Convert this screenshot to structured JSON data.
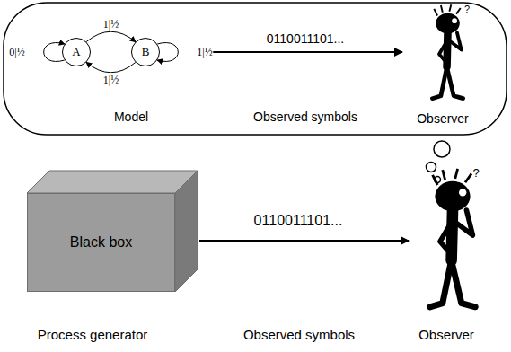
{
  "diagram": {
    "nodes": [
      {
        "text": [
          "A"
        ]
      },
      {
        "text": [
          "B"
        ]
      },
      {
        "text": [
          "Black box"
        ]
      }
    ],
    "edges": [
      {
        "from": 0,
        "to": 0,
        "label": "0|½",
        "arrow": "to"
      },
      {
        "from": 0,
        "to": 1,
        "label": "1|½",
        "arrow": "to"
      },
      {
        "from": 1,
        "to": 0,
        "label": "1|½",
        "arrow": "to"
      },
      {
        "from": 1,
        "to": 1,
        "label": "1|½",
        "arrow": "to"
      }
    ],
    "labels": [
      "0110011101...",
      "Model",
      "Observed symbols",
      "Observer",
      "?",
      "0110011101...",
      "Process generator",
      "Observed symbols",
      "Observer",
      "?"
    ]
  }
}
